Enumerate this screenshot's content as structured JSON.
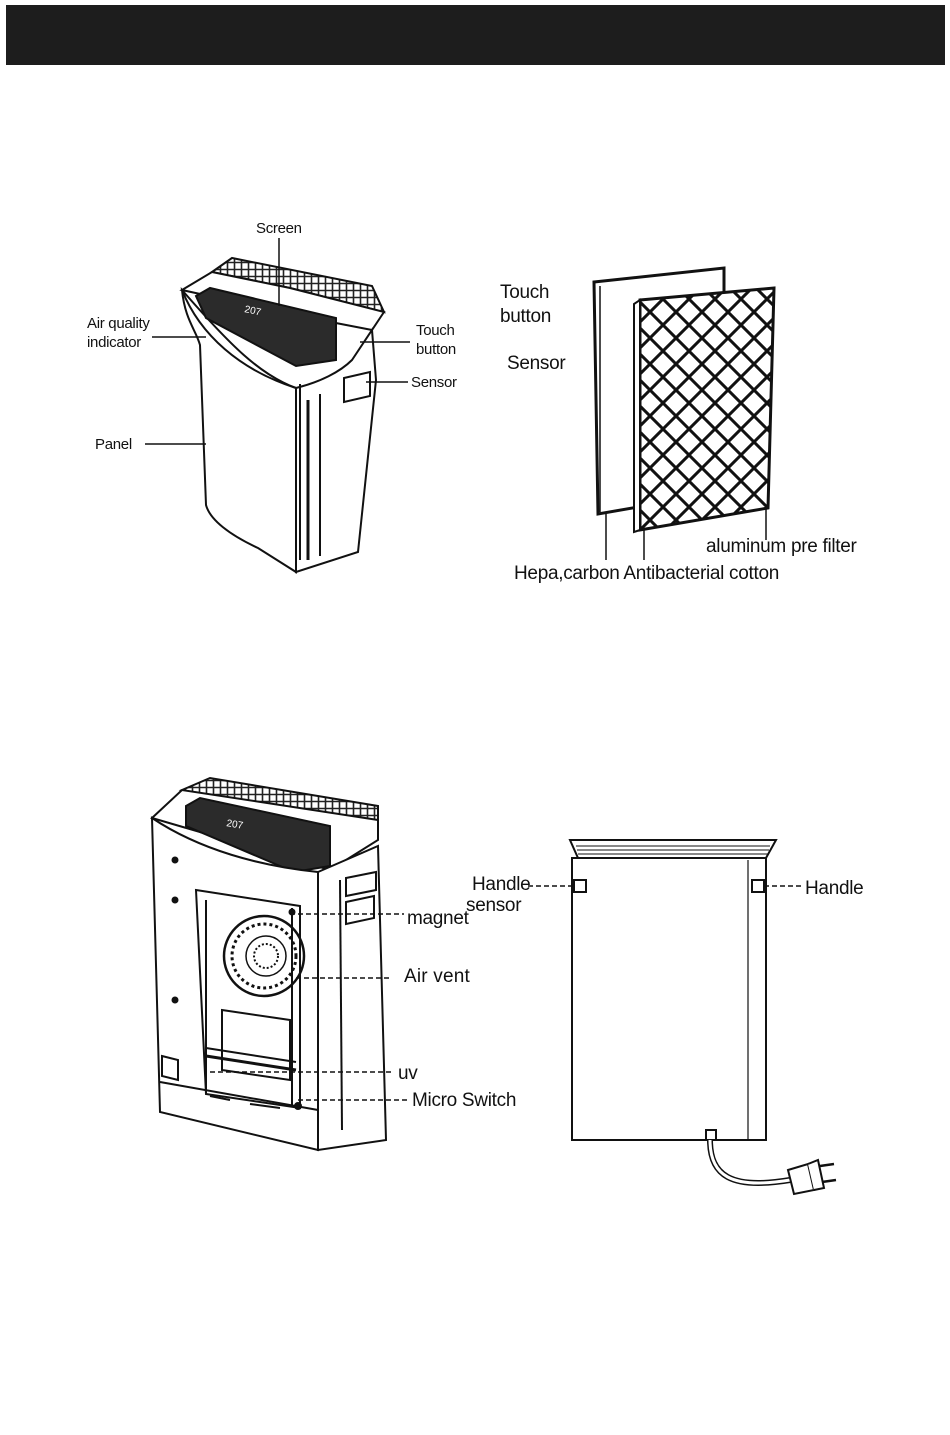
{
  "top_left_diagram": {
    "screen": "Screen",
    "air_quality": "Air quality\nindicator",
    "touch_button": "Touch\nbutton",
    "sensor": "Sensor",
    "panel": "Panel",
    "display_readout": "207"
  },
  "top_right_diagram": {
    "touch_button": "Touch\nbutton",
    "sensor": "Sensor",
    "aluminum": "aluminum pre filter",
    "hepa": "Hepa,carbon Antibacterial cotton"
  },
  "bottom_left_diagram": {
    "magnet": "magnet",
    "air_vent": "Air vent",
    "uv": "uv",
    "micro_switch": "Micro Switch",
    "display_readout": "207"
  },
  "bottom_right_diagram": {
    "handle_left": "Handle",
    "handle_sensor": "sensor",
    "handle_right": "Handle"
  },
  "colors": {
    "header": "#1d1d1d",
    "line": "#111111",
    "panel_fill": "#2b2b2b"
  }
}
